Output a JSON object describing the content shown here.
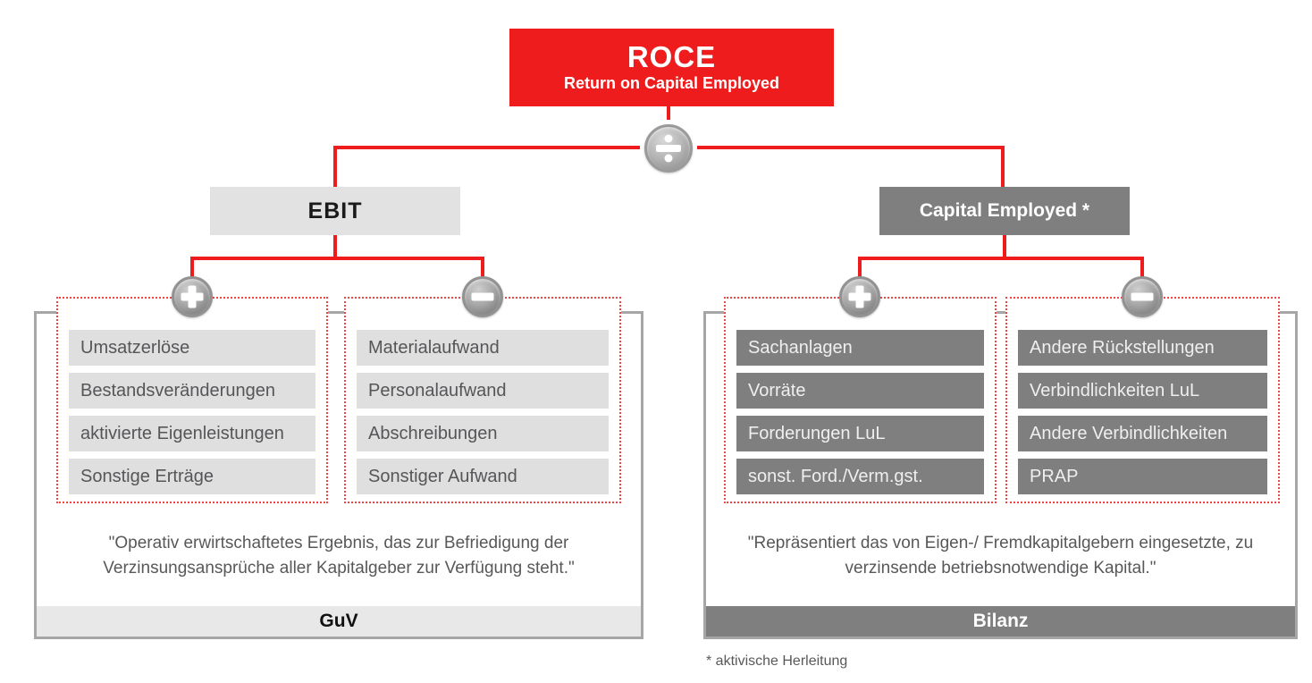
{
  "roce": {
    "title": "ROCE",
    "subtitle": "Return on Capital Employed"
  },
  "operators": {
    "divide": "÷",
    "plus": "+",
    "minus": "−"
  },
  "left": {
    "header": "EBIT",
    "plus_items": [
      "Umsatzerlöse",
      "Bestandsveränderungen",
      "aktivierte Eigenleistungen",
      "Sonstige Erträge"
    ],
    "minus_items": [
      "Materialaufwand",
      "Personalaufwand",
      "Abschreibungen",
      "Sonstiger Aufwand"
    ],
    "quote": "\"Operativ erwirtschaftetes Ergebnis, das zur Befriedigung der Verzinsungsansprüche aller Kapitalgeber zur Verfügung steht.\"",
    "footer": "GuV"
  },
  "right": {
    "header": "Capital Employed *",
    "plus_items": [
      "Sachanlagen",
      "Vorräte",
      "Forderungen LuL",
      "sonst. Ford./Verm.gst."
    ],
    "minus_items": [
      "Andere Rückstellungen",
      "Verbindlichkeiten LuL",
      "Andere Verbindlichkeiten",
      "PRAP"
    ],
    "quote": "\"Repräsentiert das von Eigen-/ Fremdkapitalgebern eingesetzte, zu verzinsende betriebsnotwendige Kapital.\"",
    "footer": "Bilanz"
  },
  "footnote": "* aktivische Herleitung",
  "colors": {
    "accent_red": "#ee1c1c",
    "dark_gray": "#7f7f7f",
    "light_gray": "#dfdfdf",
    "panel_border_gray": "#a6a6a6"
  }
}
